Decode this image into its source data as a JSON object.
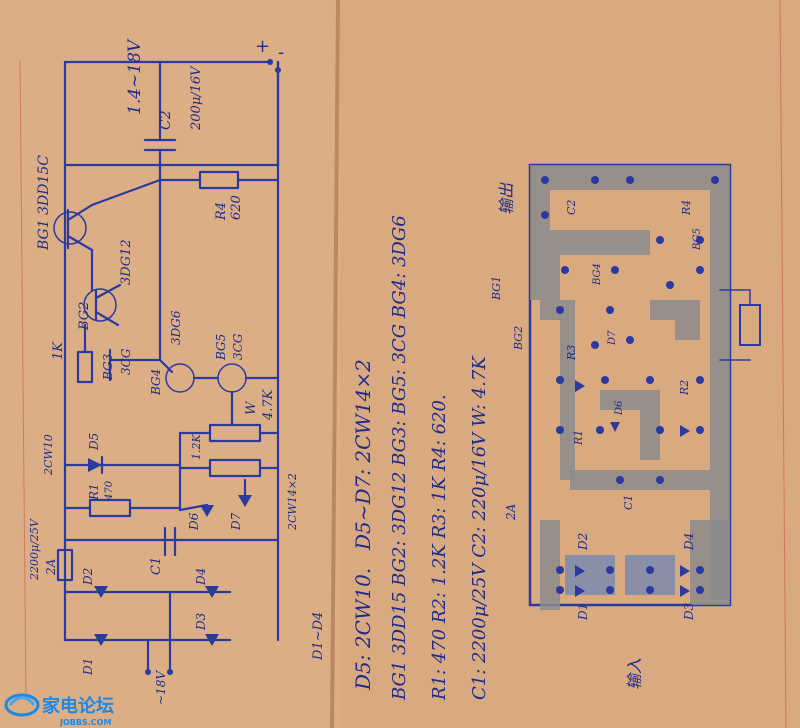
{
  "schematic": {
    "supply_label": "1.4~18V",
    "plus_sign": "+",
    "minus_sign": "-",
    "c2_label": "C2",
    "c2_value": "200μ/16V",
    "bg1_label": "BG1 3DD15C",
    "r4_label": "R4",
    "r4_value": "620",
    "bg2_label": "BG2",
    "bg2_type": "3DG12",
    "bg3_label": "BG3",
    "bg3_type": "3CG",
    "bg4_label": "BG4",
    "bg4_type": "3DG6",
    "bg5_label": "BG5",
    "bg5_type": "3CG",
    "r3_label": "1K",
    "w_label": "W",
    "w_value": "4.7K",
    "r2_value": "1.2K",
    "d5_label": "D5",
    "d5_type": "2CW10",
    "r1_label": "R1",
    "r1_value": "470",
    "d6_label": "D6",
    "d7_label": "D7",
    "d67_type": "2CW14×2",
    "c1_label": "C1",
    "c1_value": "2200μ/25V",
    "fuse_label": "2A",
    "d2_label": "D2",
    "d4_label": "D4",
    "d1_label": "D1",
    "d3_label": "D3",
    "ac_label": "~18V",
    "d_range_label": "D1~D4"
  },
  "notes": {
    "line1": "D5~D7: 2CW14×2",
    "line1b": "D5: 2CW10.",
    "line2": "BG1 3DD15   BG2: 3DG12   BG3: BG5: 3CG   BG4: 3DG6",
    "line3": "R1: 470    R2: 1.2K    R3: 1K    R4: 620.",
    "line4": "C1: 2200μ/25V    C2: 220μ/16V    W: 4.7K"
  },
  "pcb": {
    "output_label": "输出",
    "input_label": "输入",
    "bg1": "BG1",
    "bg2": "BG2",
    "bg4": "BG4",
    "bg5": "BG5",
    "r1": "R1",
    "r2": "R2",
    "r3": "R3",
    "r4": "R4",
    "c1": "C1",
    "c2": "C2",
    "d1": "D1",
    "d2": "D2",
    "d3": "D3",
    "d4": "D4",
    "d6": "D6",
    "d7": "D7",
    "fuse": "2A"
  },
  "watermark": {
    "brand": "家电论坛",
    "url": "JOBBS.COM"
  },
  "colors": {
    "paper": "#d9a980",
    "ink": "#2a3aa0",
    "trace": "#8b8b8b",
    "logo": "#1e88e5"
  }
}
